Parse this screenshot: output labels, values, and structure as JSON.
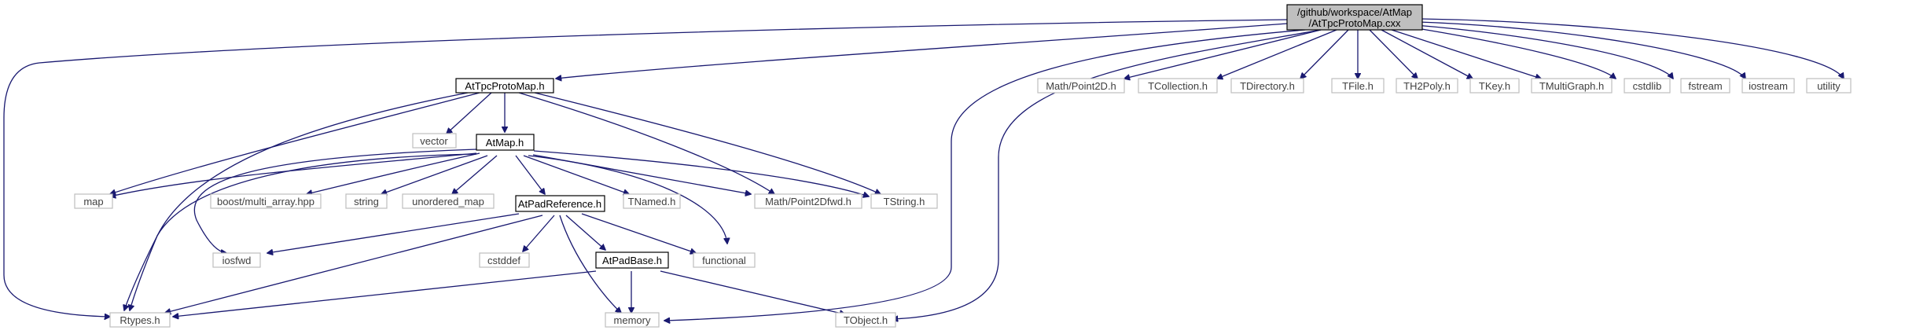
{
  "colors": {
    "edge": "#191970",
    "root_fill": "#bfbfbf",
    "project_border": "#000000",
    "external_border": "#bfbfbf",
    "external_text": "#404040",
    "project_text": "#000000"
  },
  "nodes": {
    "root_line1": "/github/workspace/AtMap",
    "root_line2": "/AtTpcProtoMap.cxx",
    "attpcprotomap_h": "AtTpcProtoMap.h",
    "atmap_h": "AtMap.h",
    "atpadreference_h": "AtPadReference.h",
    "atpadbase_h": "AtPadBase.h",
    "math_point2d_h": "Math/Point2D.h",
    "tcollection_h": "TCollection.h",
    "tdirectory_h": "TDirectory.h",
    "tfile_h": "TFile.h",
    "th2poly_h": "TH2Poly.h",
    "tkey_h": "TKey.h",
    "tmultigraph_h": "TMultiGraph.h",
    "cstdlib": "cstdlib",
    "fstream": "fstream",
    "iostream": "iostream",
    "utility": "utility",
    "vector": "vector",
    "map": "map",
    "boost_multi_array": "boost/multi_array.hpp",
    "string": "string",
    "unordered_map": "unordered_map",
    "tnamed_h": "TNamed.h",
    "math_point2dfwd_h": "Math/Point2Dfwd.h",
    "tstring_h": "TString.h",
    "iosfwd": "iosfwd",
    "cstddef": "cstddef",
    "functional": "functional",
    "rtypes_h": "Rtypes.h",
    "memory": "memory",
    "tobject_h": "TObject.h"
  }
}
